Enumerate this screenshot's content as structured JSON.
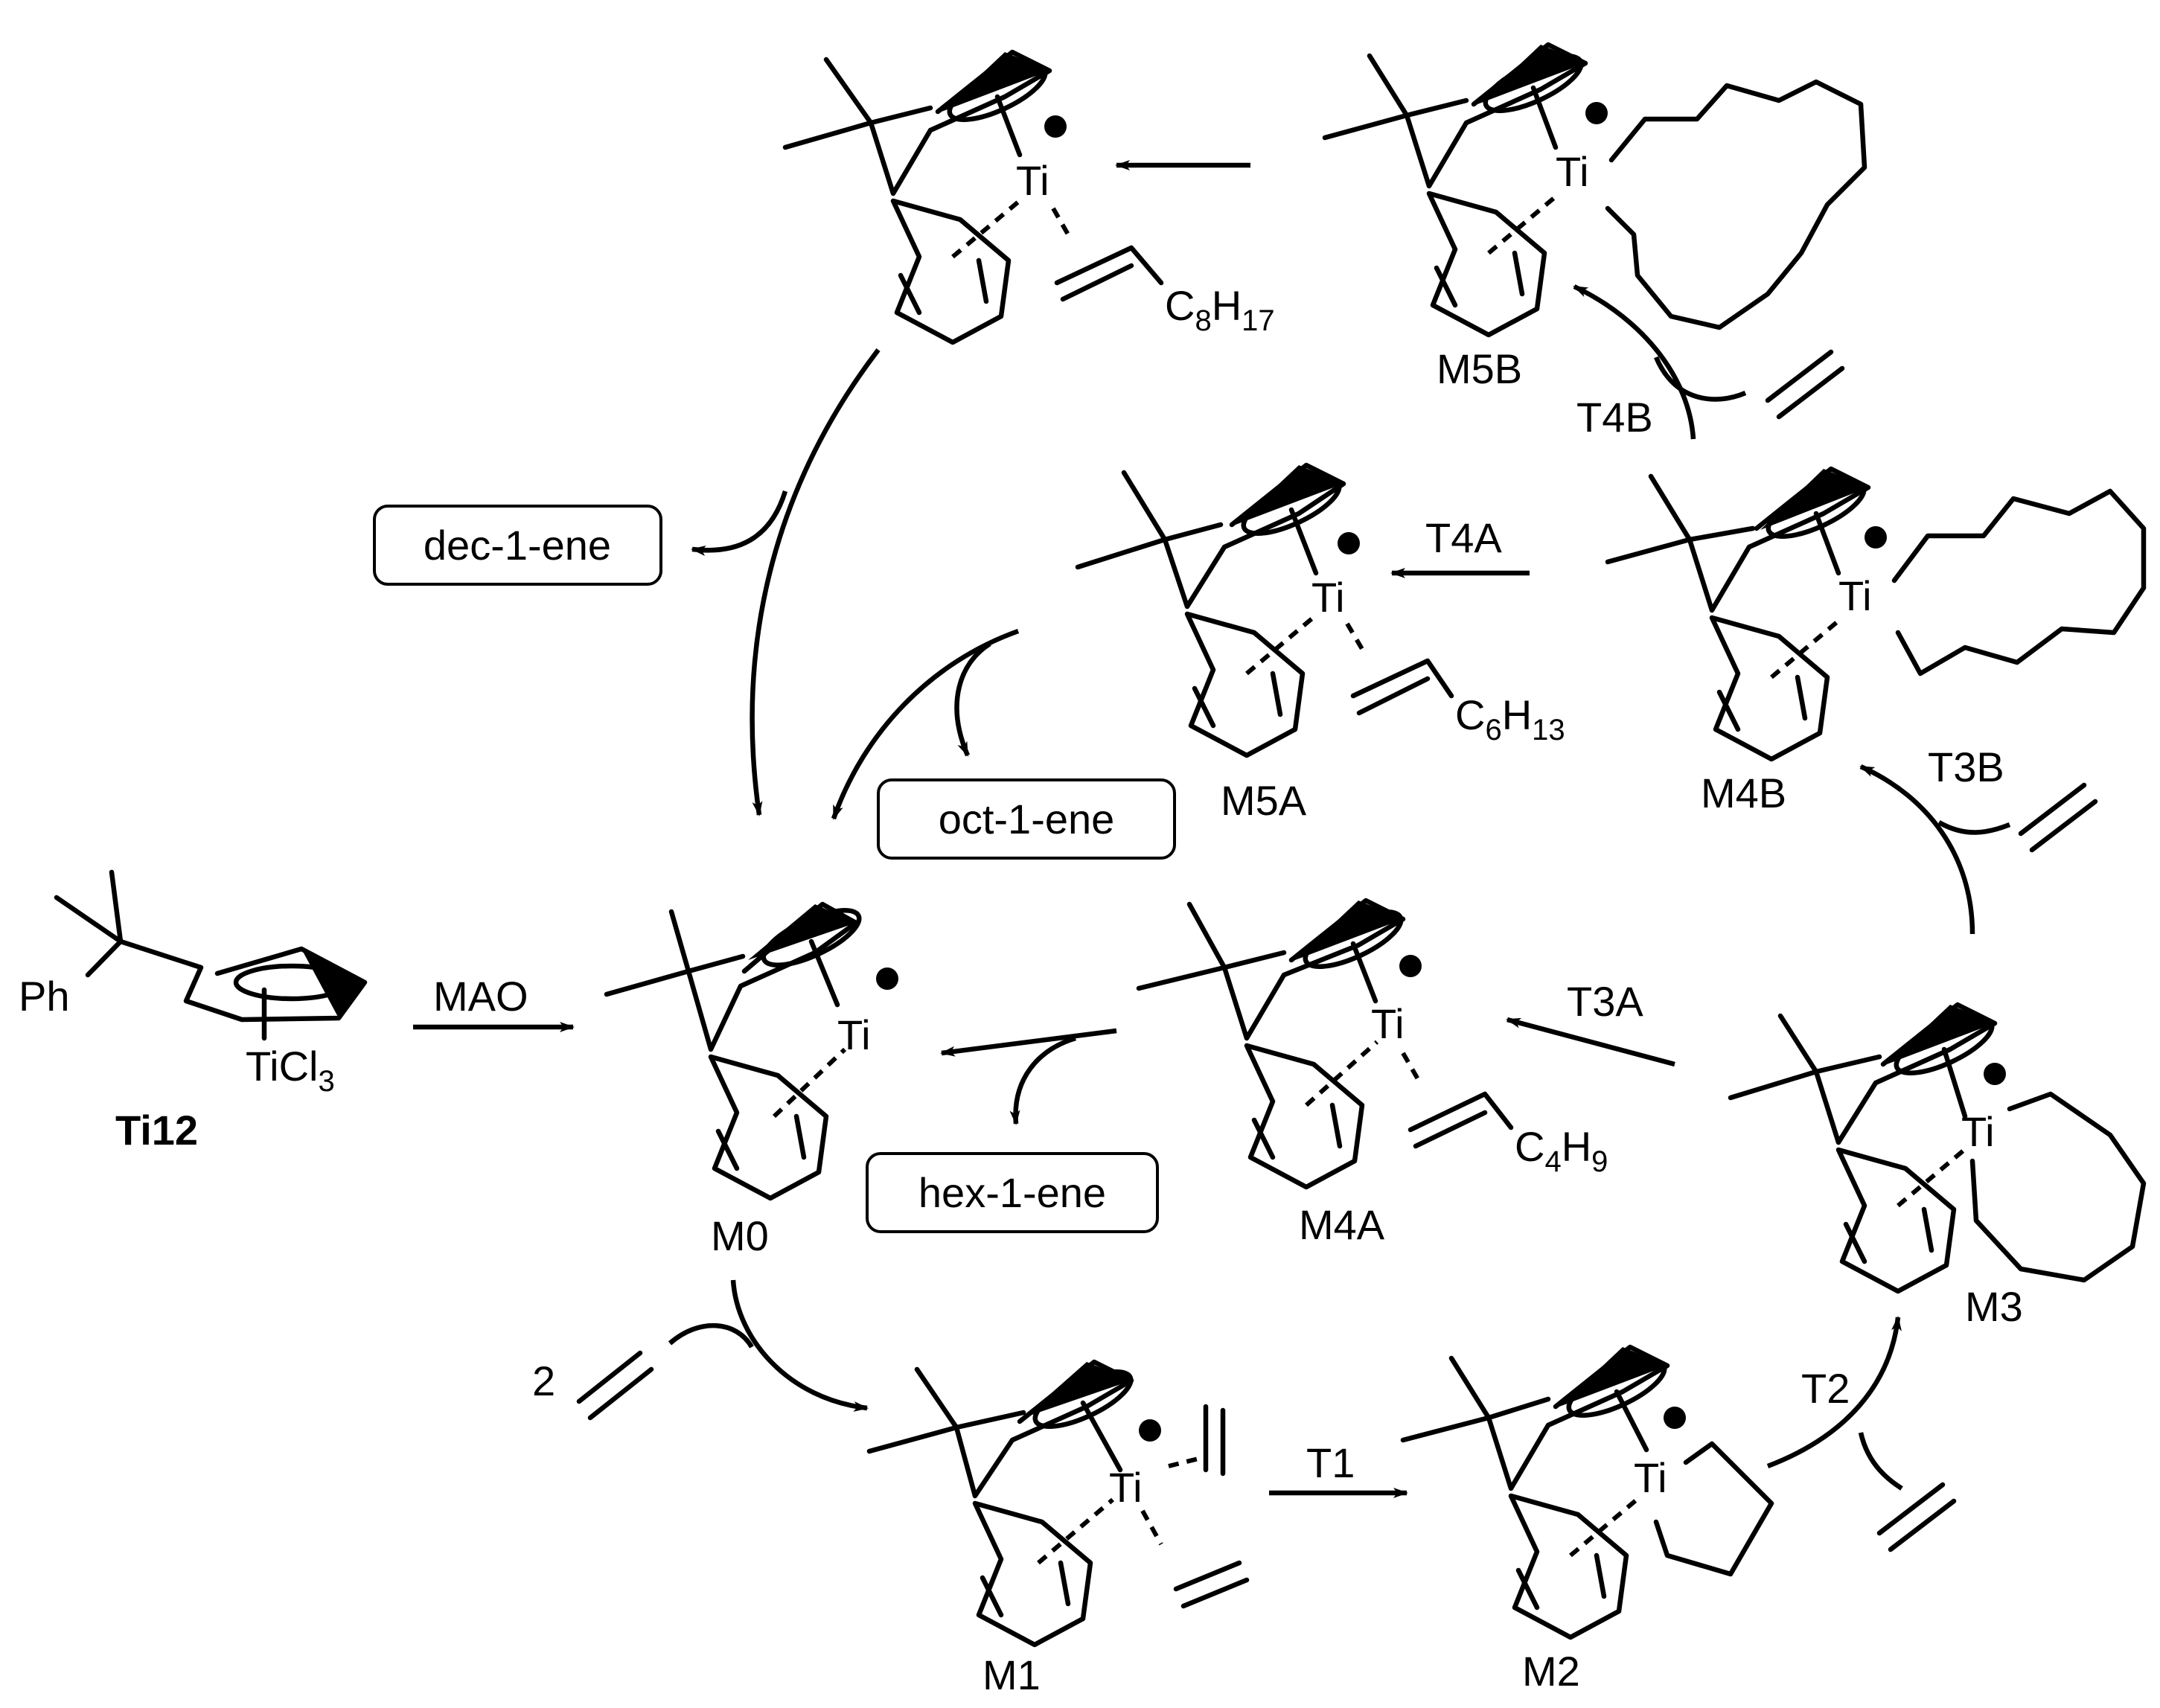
{
  "colors": {
    "ink": "#000000",
    "charge": "#e60000",
    "background": "#ffffff"
  },
  "precursor": {
    "phenyl": "Ph",
    "titanium": "TiCl",
    "titanium_sub": "3",
    "name": "Ti12"
  },
  "activator": "MAO",
  "intermediates": {
    "M0": "M0",
    "M1": "M1",
    "M2": "M2",
    "M3": "M3",
    "M4A": "M4A",
    "M4B": "M4B",
    "M5A": "M5A",
    "M5B": "M5B"
  },
  "transition_states": {
    "T1": "T1",
    "T2": "T2",
    "T3A": "T3A",
    "T3B": "T3B",
    "T4A": "T4A",
    "T4B": "T4B"
  },
  "products": {
    "hexene": "hex-1-ene",
    "octene": "oct-1-ene",
    "decene": "dec-1-ene"
  },
  "metal": "Ti",
  "ethylene_equiv": "2",
  "alkyl_groups": {
    "butyl": {
      "c": "C",
      "c_sub": "4",
      "h": "H",
      "h_sub": "9"
    },
    "hexyl": {
      "c": "C",
      "c_sub": "6",
      "h": "H",
      "h_sub": "13"
    },
    "octyl": {
      "c": "C",
      "c_sub": "8",
      "h": "H",
      "h_sub": "17"
    }
  }
}
